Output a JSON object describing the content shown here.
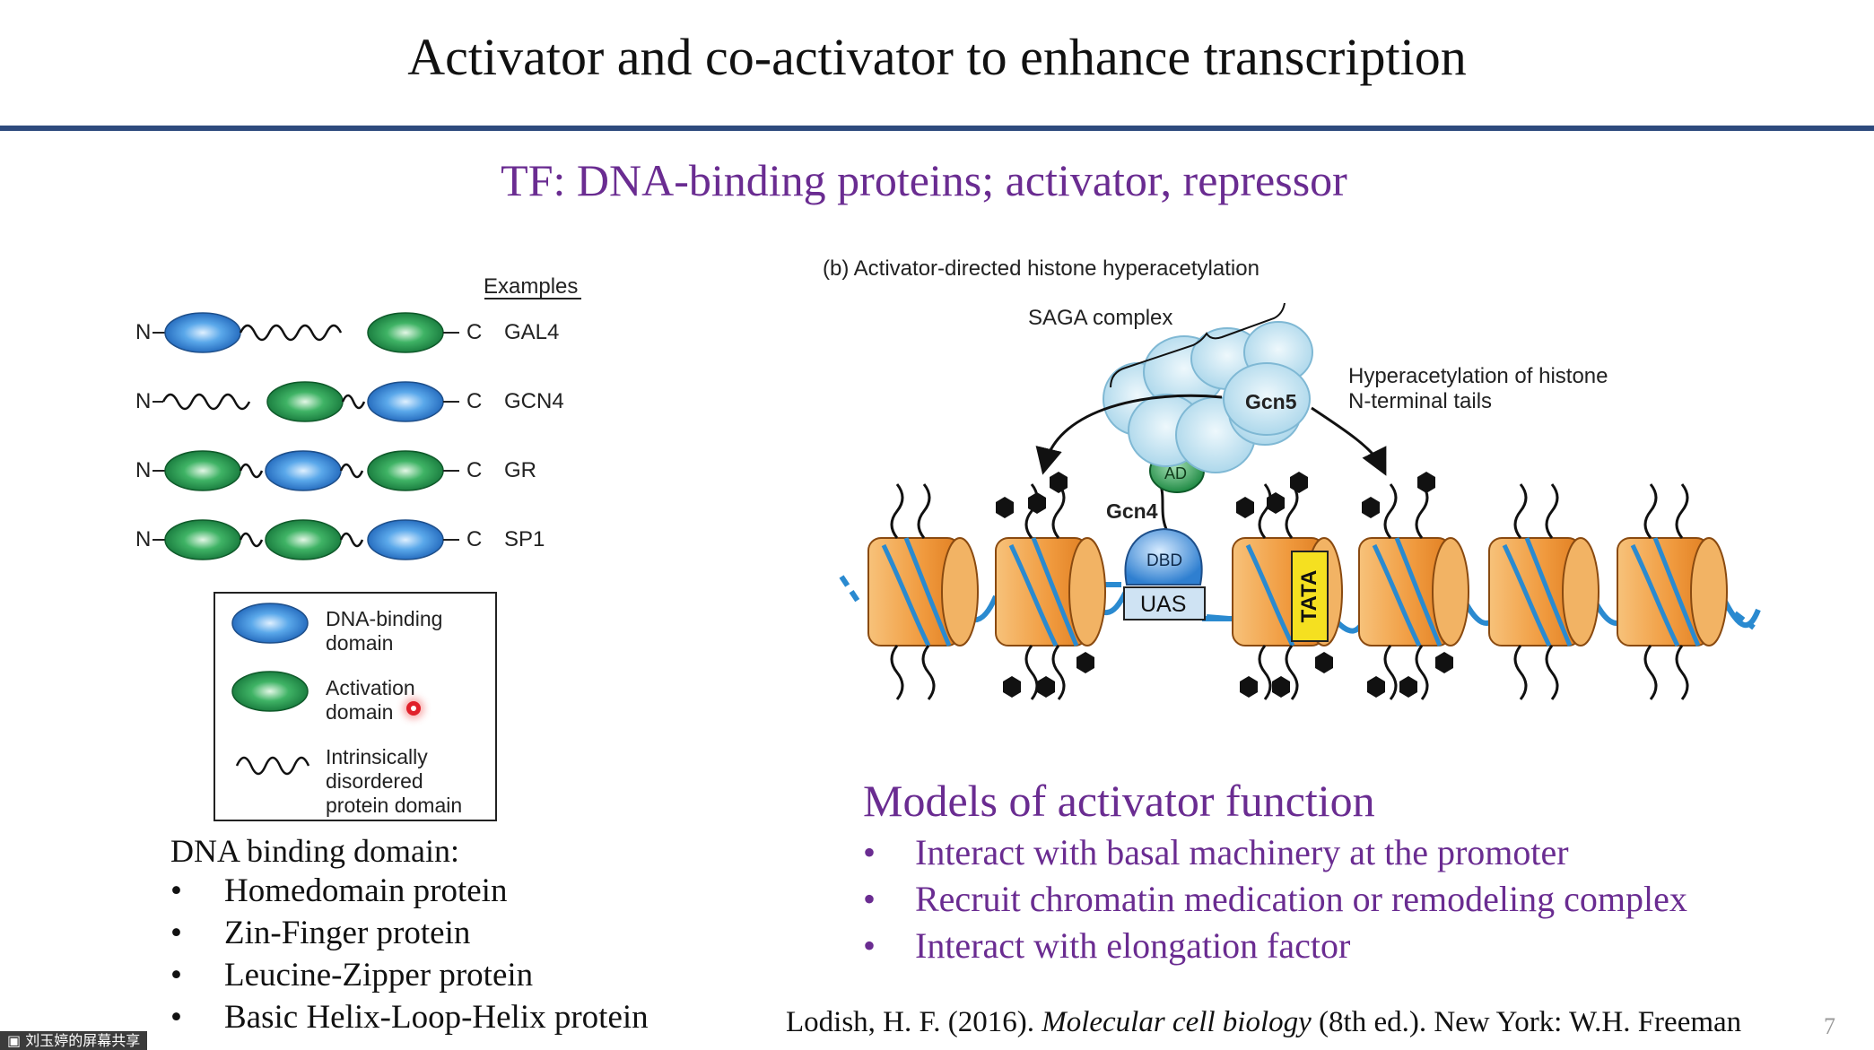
{
  "slide": {
    "title": "Activator and co-activator to enhance transcription",
    "subtitle": "TF: DNA-binding proteins; activator, repressor",
    "page_number": "7"
  },
  "figure_a": {
    "examples_header": "Examples",
    "n_label": "N",
    "c_label": "C",
    "proteins": [
      {
        "name": "GAL4",
        "domains": [
          "DNA-binding",
          "disordered",
          "Activation"
        ]
      },
      {
        "name": "GCN4",
        "domains": [
          "disordered",
          "Activation",
          "DNA-binding"
        ]
      },
      {
        "name": "GR",
        "domains": [
          "Activation",
          "DNA-binding",
          "Activation"
        ]
      },
      {
        "name": "SP1",
        "domains": [
          "Activation",
          "Activation",
          "DNA-binding"
        ]
      }
    ],
    "legend": {
      "dna_binding": "DNA-binding\ndomain",
      "activation": "Activation\ndomain",
      "disordered": "Intrinsically\ndisordered\nprotein domain"
    },
    "colors": {
      "dna_binding": "#2f7fd0",
      "activation": "#1f9a4a"
    }
  },
  "figure_b": {
    "panel_title": "(b)  Activator-directed histone hyperacetylation",
    "saga_label": "SAGA complex",
    "gcn5_label": "Gcn5",
    "hyper_label": "Hyperacetylation of histone\nN-terminal tails",
    "gcn4_label": "Gcn4",
    "ad_label": "AD",
    "dbd_label": "DBD",
    "uas_label": "UAS",
    "tata_label": "TATA",
    "colors": {
      "nucleosome": "#f0a24a",
      "dna": "#2a8ad0",
      "tata": "#f5e020",
      "uas": "#cfe3f3"
    }
  },
  "dna_binding_domain": {
    "heading": "DNA binding domain:",
    "items": [
      "Homedomain protein",
      "Zin-Finger protein",
      "Leucine-Zipper protein",
      "Basic Helix-Loop-Helix protein"
    ]
  },
  "models": {
    "heading": "Models of activator function",
    "items": [
      "Interact with basal machinery at the promoter",
      "Recruit chromatin medication or remodeling complex",
      "Interact with elongation factor"
    ]
  },
  "citation": {
    "before": "Lodish, H. F. (2016). ",
    "italic": "Molecular cell biology",
    "after": " (8th ed.). New York: W.H. Freeman"
  },
  "screen_share_label": "刘玉婷的屏幕共享"
}
